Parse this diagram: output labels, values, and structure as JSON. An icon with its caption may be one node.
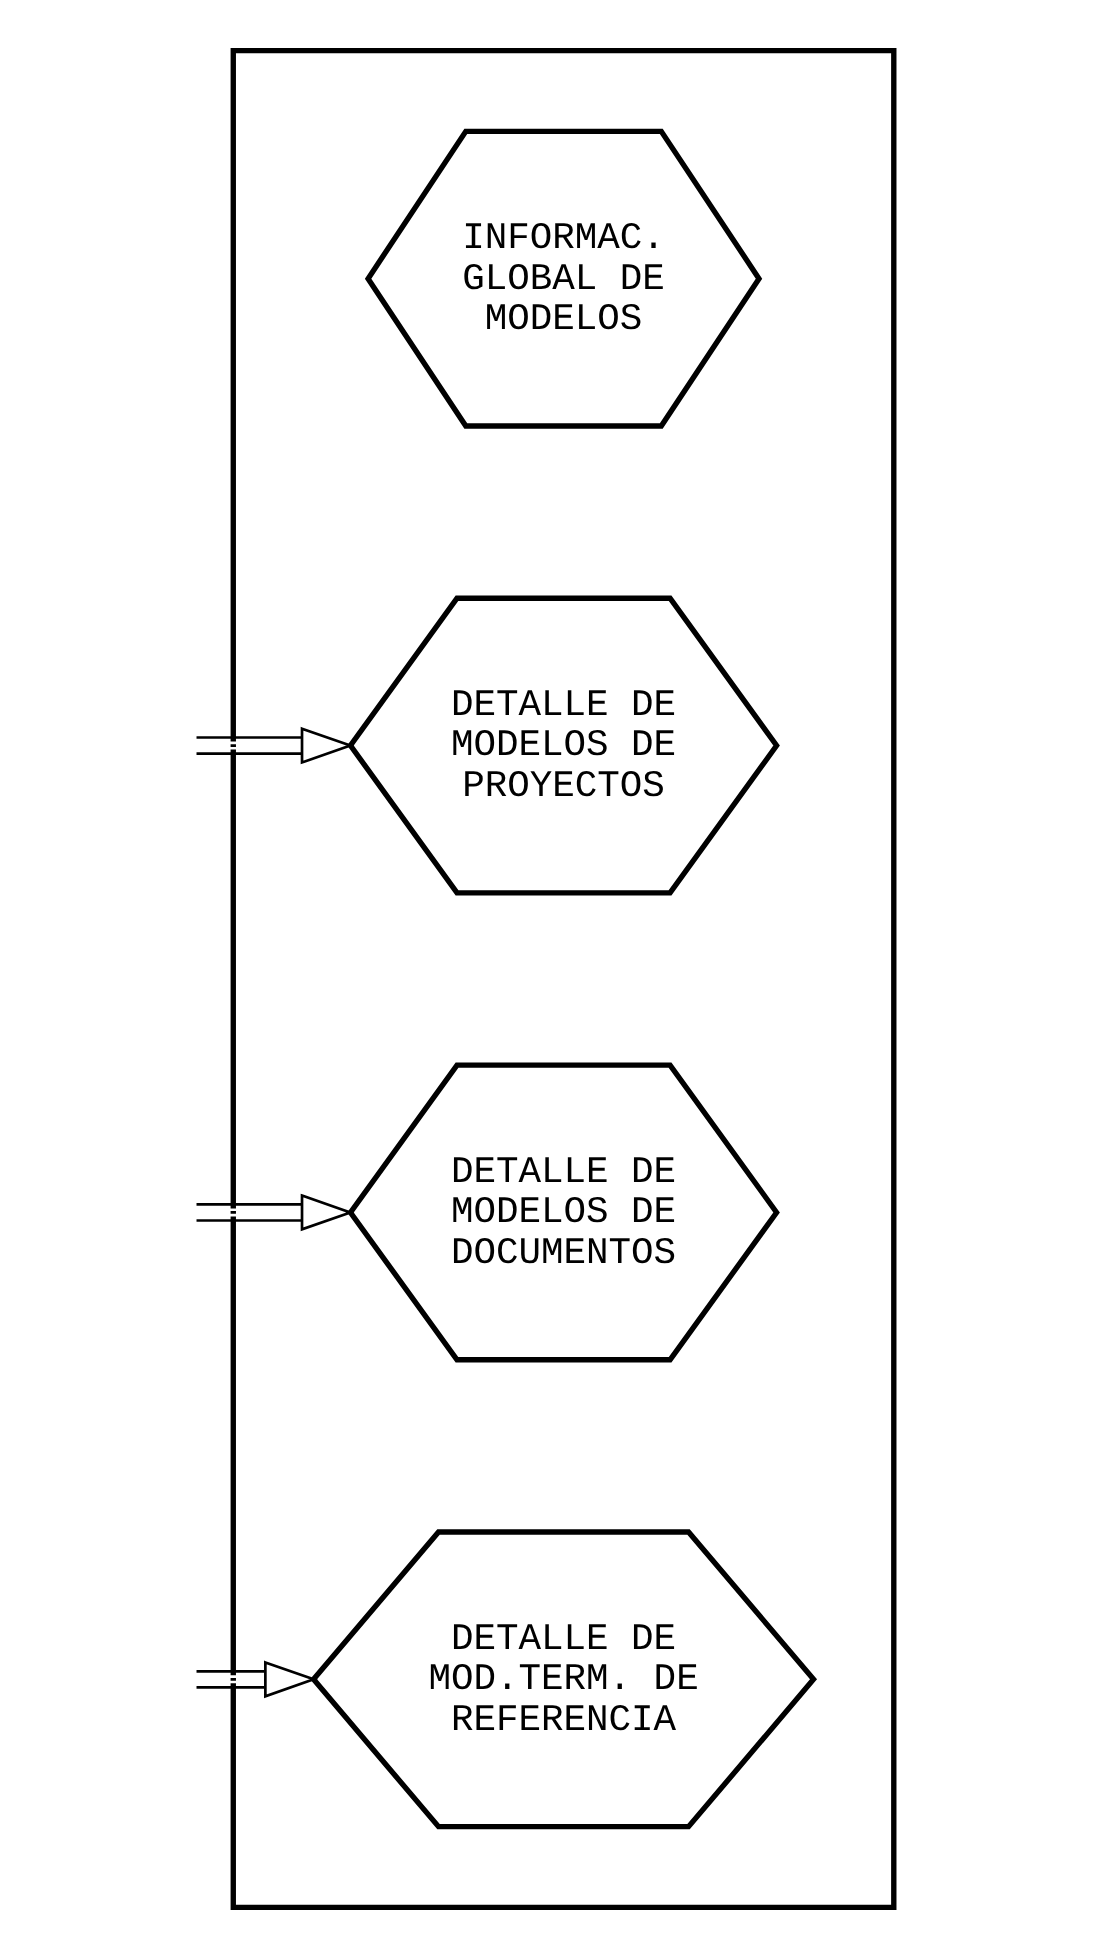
{
  "diagram": {
    "nodes": [
      {
        "text": [],
        "shape": "box"
      },
      {
        "text": [
          "INFORMAC. GLOBAL DE MODELOS"
        ],
        "in": 0
      },
      {
        "text": [
          "DETALLE DE MODELOS DE PROYECTOS"
        ],
        "in": 0
      },
      {
        "text": [
          "DETALLE DE MODELOS DE DOCUMENTOS"
        ],
        "in": 0
      },
      {
        "text": [
          "DETALLE DE MOD.TERM. DE REFERENCIA"
        ],
        "in": 0
      }
    ],
    "edges": [
      {
        "from": null,
        "to": 2,
        "arrow": "to"
      },
      {
        "from": null,
        "to": 3,
        "arrow": "to"
      },
      {
        "from": null,
        "to": 4,
        "arrow": "to"
      }
    ]
  }
}
